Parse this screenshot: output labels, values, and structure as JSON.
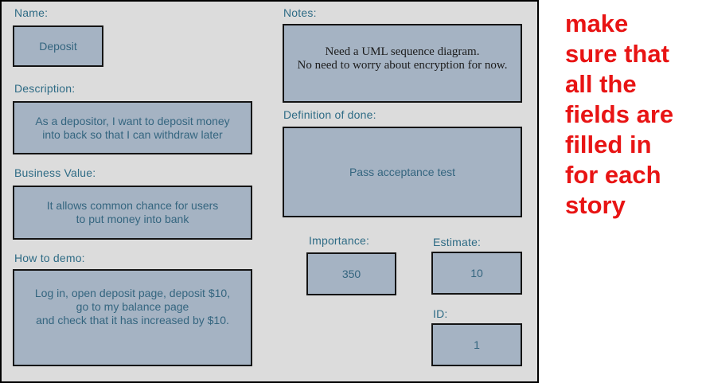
{
  "colors": {
    "page-bg": "#ffffff",
    "panel-bg": "#dcdcdc",
    "panel-border": "#000000",
    "field-fill": "#a5b3c3",
    "field-border": "#141414",
    "label-color": "#2e6b85",
    "field-text": "#34657f",
    "notes-text": "#1c1c1c",
    "annotation-color": "#e81414"
  },
  "card": {
    "name": {
      "label": "Name:",
      "value": "Deposit"
    },
    "description": {
      "label": "Description:",
      "value": "As a depositor, I want to deposit money\ninto back so that I can withdraw later"
    },
    "business_value": {
      "label": "Business Value:",
      "value": "It allows common chance for users\nto put money into bank"
    },
    "how_to_demo": {
      "label": "How to demo:",
      "value": "Log in, open deposit page, deposit $10,\ngo to my balance page\nand check that it has increased by $10."
    },
    "notes": {
      "label": "Notes:",
      "value": "Need a UML sequence diagram.\nNo need to worry about encryption for now."
    },
    "definition_of_done": {
      "label": "Definition of done:",
      "value": "Pass acceptance test"
    },
    "importance": {
      "label": "Importance:",
      "value": "350"
    },
    "estimate": {
      "label": "Estimate:",
      "value": "10"
    },
    "id": {
      "label": "ID:",
      "value": "1"
    }
  },
  "annotation": {
    "text": "make\nsure that\nall the\nfields are\nfilled in\nfor each\nstory"
  }
}
